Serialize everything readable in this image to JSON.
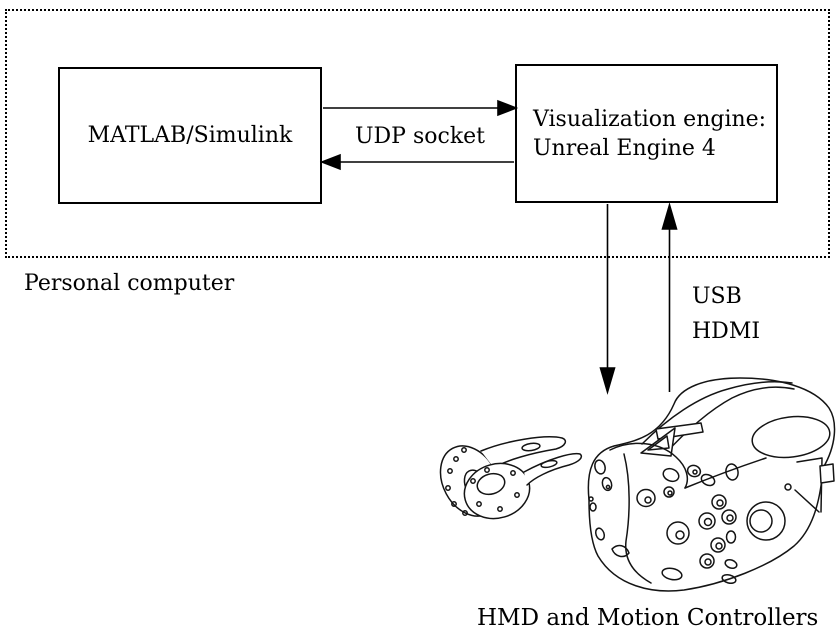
{
  "colors": {
    "ink": "#000000",
    "background": "#ffffff"
  },
  "pc_group": {
    "label": "Personal computer"
  },
  "nodes": {
    "matlab": {
      "label": "MATLAB/Simulink"
    },
    "engine": {
      "line1": "Visualization engine:",
      "line2": "Unreal Engine 4"
    }
  },
  "connections": {
    "udp": {
      "label": "UDP socket"
    },
    "usb": {
      "label": "USB"
    },
    "hdmi": {
      "label": "HDMI"
    }
  },
  "hmd": {
    "caption": "HMD and Motion Controllers"
  }
}
